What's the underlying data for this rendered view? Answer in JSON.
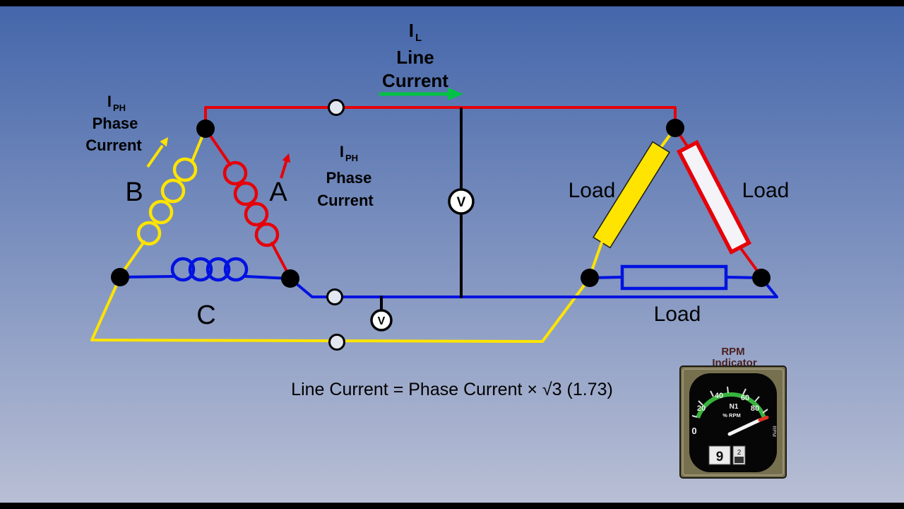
{
  "labels": {
    "line_current": {
      "symbol": "I",
      "sub": "L",
      "word1": "Line",
      "word2": "Current"
    },
    "phase_left": {
      "symbol": "I",
      "sub": "PH",
      "word1": "Phase",
      "word2": "Current"
    },
    "phase_mid": {
      "symbol": "I",
      "sub": "PH",
      "word1": "Phase",
      "word2": "Current"
    }
  },
  "coils": {
    "a": "A",
    "b": "B",
    "c": "C"
  },
  "loads": {
    "left": "Load",
    "right": "Load",
    "bottom": "Load"
  },
  "meters": {
    "v1": "V",
    "v2": "V"
  },
  "formula": "Line Current = Phase Current × √3 (1.73)",
  "rpm": {
    "caption1": "RPM",
    "caption2": "Indicator",
    "dial_numbers": [
      "20",
      "40",
      "60",
      "80"
    ],
    "zero": "0",
    "n1": "N1",
    "unit": "% RPM",
    "digit_main": "9",
    "digit_small": "2",
    "side_text": "RPM"
  },
  "colors": {
    "phase_a_red": "#e60008",
    "phase_b_yellow": "#ffe400",
    "phase_c_blue": "#0012e0",
    "arrow_green": "#00c244",
    "background_top": "#4365aa",
    "background_bottom": "#bac0d5",
    "letterbox": "#000000"
  }
}
